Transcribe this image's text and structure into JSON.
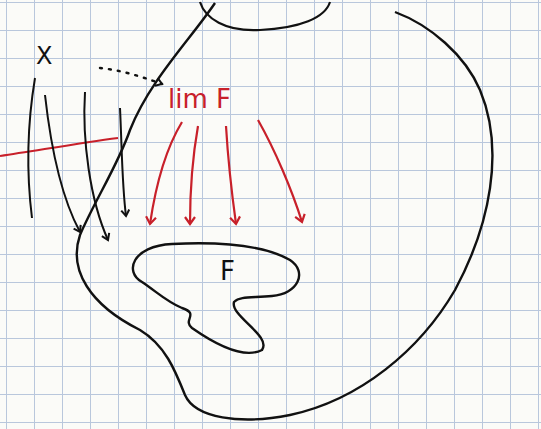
{
  "diagram": {
    "nodes": [
      {
        "text": [
          "F"
        ]
      }
    ],
    "labels": [
      "X",
      "lim F"
    ]
  }
}
